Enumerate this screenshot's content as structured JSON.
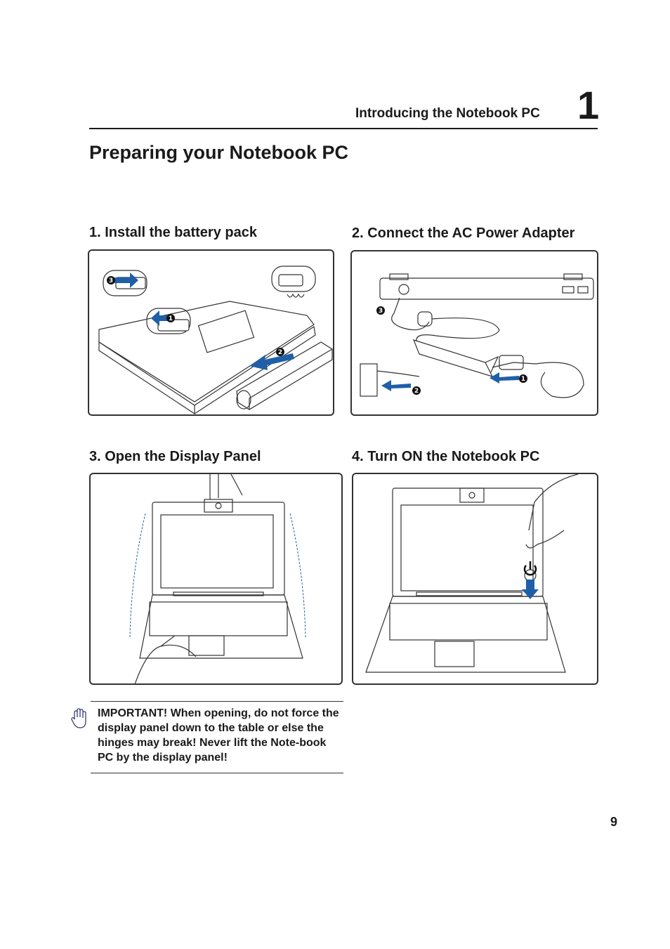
{
  "header": {
    "chapter_title": "Introducing the Notebook PC",
    "chapter_number": "1"
  },
  "page_title": "Preparing your Notebook PC",
  "steps": [
    {
      "heading": "1. Install the battery pack",
      "callouts": [
        "3",
        "1",
        "2"
      ]
    },
    {
      "heading": "2. Connect the AC Power Adapter",
      "callouts": [
        "3",
        "1",
        "2"
      ]
    },
    {
      "heading": "3. Open the Display Panel"
    },
    {
      "heading": "4. Turn ON the Notebook PC"
    }
  ],
  "note": {
    "icon": "raised-hand-icon",
    "text": "IMPORTANT!  When opening, do not force the display panel down to the table or else the hinges may break! Never lift the Note-book PC by the display panel!"
  },
  "page_number": "9",
  "colors": {
    "arrow": "#1f5fa8",
    "line": "#333333"
  }
}
